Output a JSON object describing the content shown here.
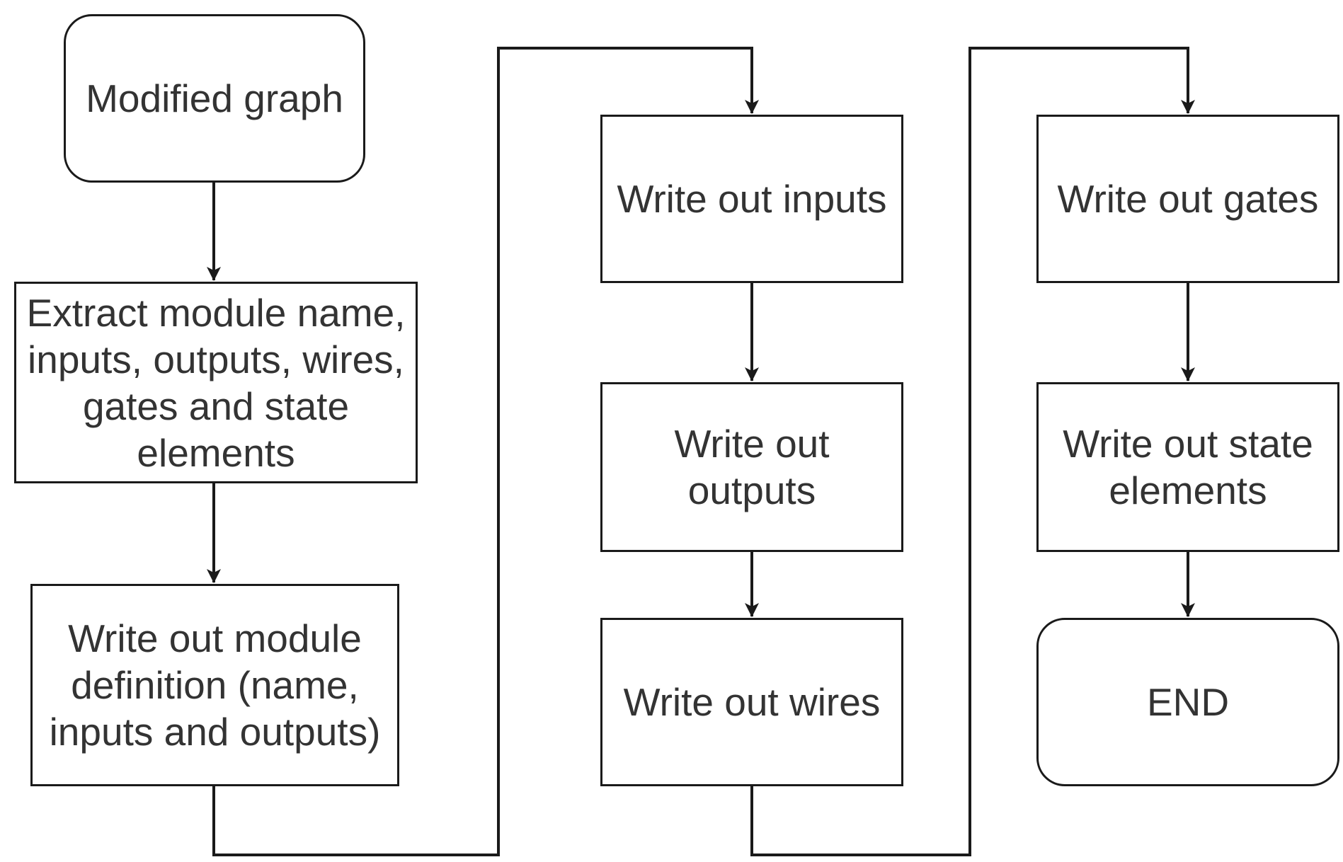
{
  "nodes": {
    "modified_graph": "Modified graph",
    "extract": "Extract module name, inputs, outputs, wires, gates and state elements",
    "write_module_definition": "Write out module definition (name, inputs and outputs)",
    "write_inputs": "Write out inputs",
    "write_outputs": "Write out outputs",
    "write_wires": "Write out wires",
    "write_gates": "Write out gates",
    "write_state_elements": "Write out state elements",
    "end": "END"
  },
  "connections": [
    {
      "from": "modified_graph",
      "to": "extract"
    },
    {
      "from": "extract",
      "to": "write_module_definition"
    },
    {
      "from": "write_module_definition",
      "to": "write_inputs"
    },
    {
      "from": "write_inputs",
      "to": "write_outputs"
    },
    {
      "from": "write_outputs",
      "to": "write_wires"
    },
    {
      "from": "write_wires",
      "to": "write_gates"
    },
    {
      "from": "write_gates",
      "to": "write_state_elements"
    },
    {
      "from": "write_state_elements",
      "to": "end"
    }
  ]
}
